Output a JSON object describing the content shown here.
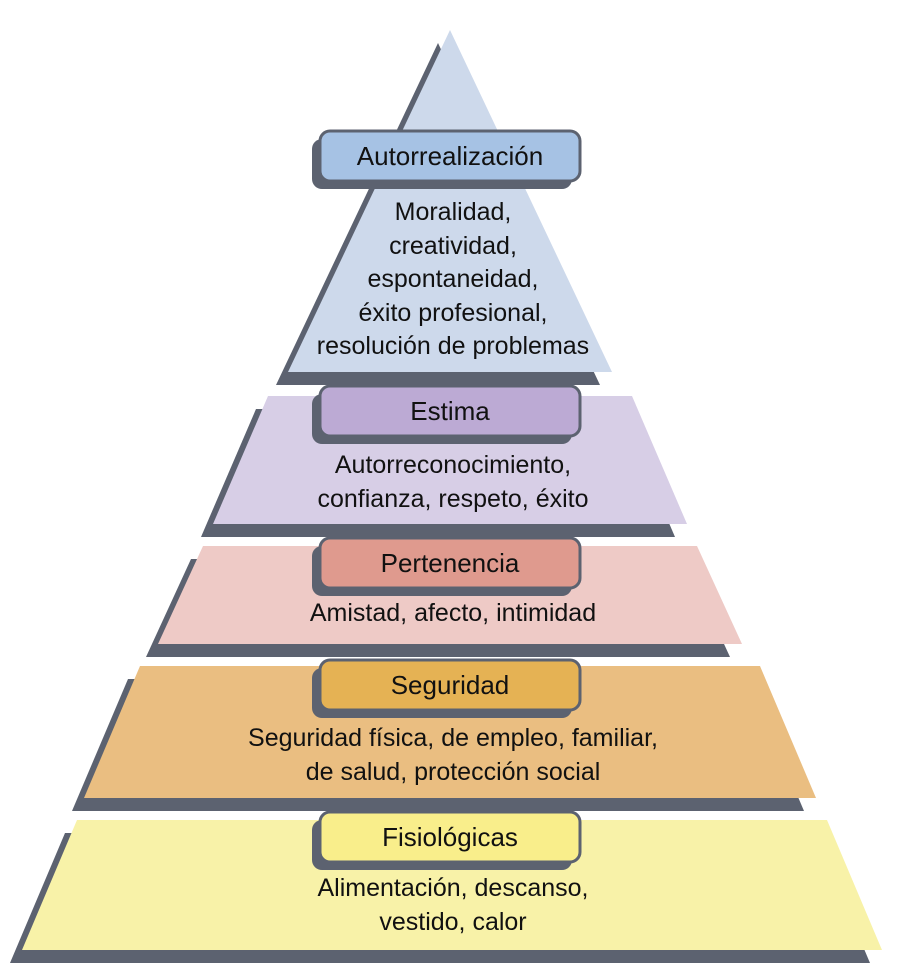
{
  "colors": {
    "shadow": "#5c6270",
    "outline": "#5c6270",
    "background": "#ffffff",
    "text": "#111111"
  },
  "levels": [
    {
      "label": "Autorrealización",
      "description": "Moralidad,\ncreatividad,\nespontaneidad,\néxito profesional,\nresolución de problemas",
      "body_color": "#cdd9eb",
      "badge_color": "#a6c2e4"
    },
    {
      "label": "Estima",
      "description": "Autorreconocimiento,\nconfianza, respeto, éxito",
      "body_color": "#d7cee6",
      "badge_color": "#bcaad4"
    },
    {
      "label": "Pertenencia",
      "description": "Amistad, afecto, intimidad",
      "body_color": "#eecac6",
      "badge_color": "#df9a8e"
    },
    {
      "label": "Seguridad",
      "description": "Seguridad física, de empleo, familiar,\nde salud, protección social",
      "body_color": "#eabe81",
      "badge_color": "#e5b254"
    },
    {
      "label": "Fisiológicas",
      "description": "Alimentación, descanso,\nvestido, calor",
      "body_color": "#f8f2a8",
      "badge_color": "#f9ee8b"
    }
  ]
}
